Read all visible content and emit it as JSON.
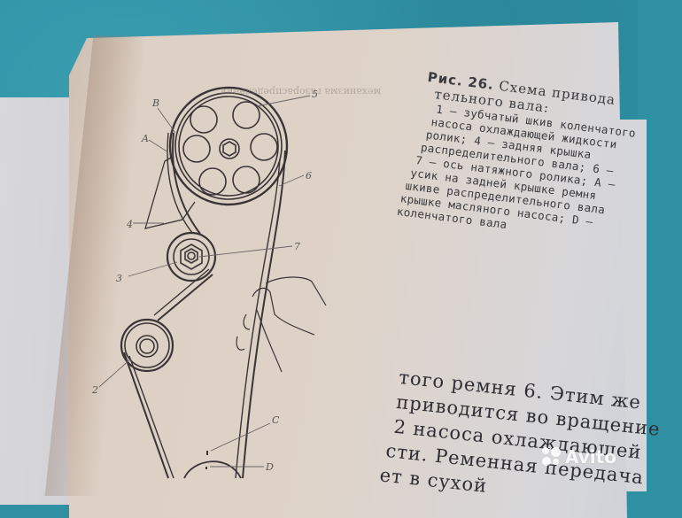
{
  "figure": {
    "number_label": "Рис.",
    "number": "26.",
    "title_rest": "Схема приводa",
    "title_line2": "тельного вала:",
    "legend_lines": [
      "1 — зубчатый шкив коленчатого",
      "насоса охлаждающей жидкости",
      "ролик; 4 — задняя крышка",
      "распределительного вала; 6 —",
      "7 — ось натяжного ролика; А —",
      "усик на задней крышке ремня",
      "шкиве распределительного вала",
      "крышке масляного насоса; D —",
      "коленчатого вала"
    ],
    "labels": {
      "B": "B",
      "A": "A",
      "n4": "4",
      "n5": "5",
      "n6": "6",
      "n7": "7",
      "n3": "3",
      "n2": "2",
      "C": "C",
      "D": "D"
    },
    "mirrored_bleed_text": "механизма газораспределения"
  },
  "body_text": {
    "lines": [
      "того ремня 6. Этим же",
      "приводится во вращение",
      "2 насоса охлаждающей",
      "сти. Ременная передача",
      "ет в сухой"
    ]
  },
  "watermark": {
    "brand": "Avito"
  },
  "colors": {
    "cloth": "#2f8fa3",
    "page": "#ded3c9",
    "ink": "#3a3a3e"
  }
}
